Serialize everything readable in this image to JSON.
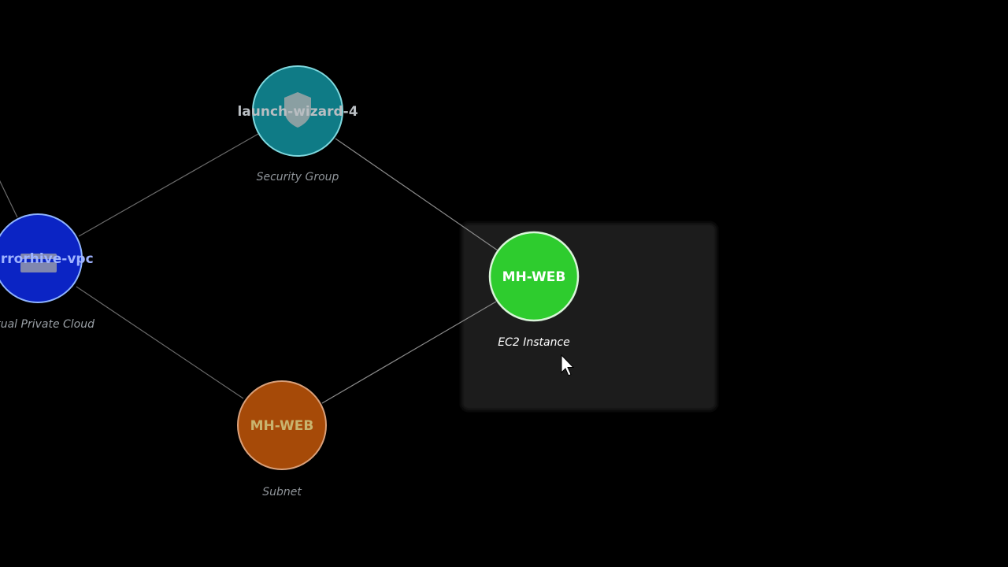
{
  "nodes": [
    {
      "id": "vpc",
      "title": "mirrorhive-vpc",
      "type_label": "Virtual Private Cloud",
      "icon": "vpc-icon",
      "fill": "#0b24c4",
      "stroke": "#8fb4ff",
      "title_color": "#9fb3ff",
      "type_color": "#9aa0a6"
    },
    {
      "id": "security-group",
      "title": "launch-wizard-4",
      "type_label": "Security Group",
      "icon": "shield-icon",
      "fill": "#0f7b86",
      "stroke": "#7fd8de",
      "title_color": "#b9bec2",
      "type_color": "#8f9499"
    },
    {
      "id": "subnet",
      "title": "MH-WEB",
      "type_label": "Subnet",
      "icon": "",
      "fill": "#a64a08",
      "stroke": "#d9a07a",
      "title_color": "#c9b46e",
      "type_color": "#8f9499"
    },
    {
      "id": "ec2",
      "title": "MH-WEB",
      "type_label": "EC2 Instance",
      "icon": "",
      "fill": "#2ecc2e",
      "stroke": "#d9f5d9",
      "title_color": "#ffffff",
      "type_color": "#ffffff"
    }
  ],
  "edges": [
    {
      "from": "vpc",
      "to": "security-group"
    },
    {
      "from": "vpc",
      "to": "subnet"
    },
    {
      "from": "security-group",
      "to": "ec2"
    },
    {
      "from": "subnet",
      "to": "ec2"
    }
  ],
  "selected_node": "ec2",
  "colors": {
    "background": "#000000",
    "highlight_panel": "#1b1b1b",
    "edge": "#6a6a6a",
    "edge_highlight": "#c8c8c8"
  }
}
